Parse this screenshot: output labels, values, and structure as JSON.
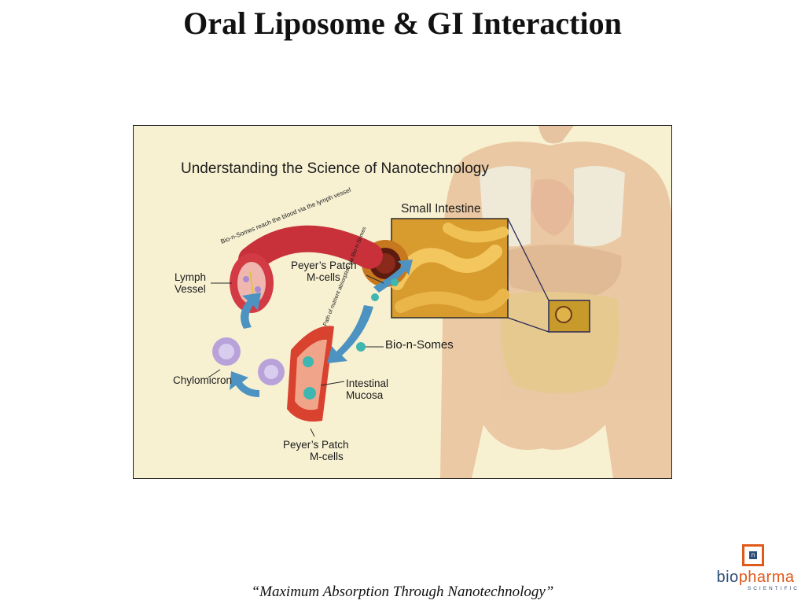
{
  "slide": {
    "title": "Oral Liposome & GI Interaction",
    "tagline": "“Maximum Absorption Through Nanotechnology”"
  },
  "figure": {
    "heading": "Understanding the Science of Nanotechnology",
    "labels": {
      "small_intestine": "Small Intestine",
      "peyers_top_1": "Peyer’s Patch",
      "peyers_top_2": "M-cells",
      "lymph_1": "Lymph",
      "lymph_2": "Vessel",
      "chylomicron": "Chylomicron",
      "bionsomes": "Bio-n-Somes",
      "mucosa_1": "Intestinal",
      "mucosa_2": "Mucosa",
      "peyers_bottom_1": "Peyer’s Patch",
      "peyers_bottom_2": "M-cells",
      "arc_text": "Bio-n-Somes reach the blood via the lymph vessel",
      "path_text": "Path of nutrient absorption via Bio-n-Somes"
    }
  },
  "logo": {
    "mark": "n",
    "word_part1": "bio",
    "word_part2": "pharma",
    "sub": "SCIENTIFIC",
    "colors": {
      "orange": "#e05a1a",
      "blue": "#2c4d7a"
    }
  }
}
